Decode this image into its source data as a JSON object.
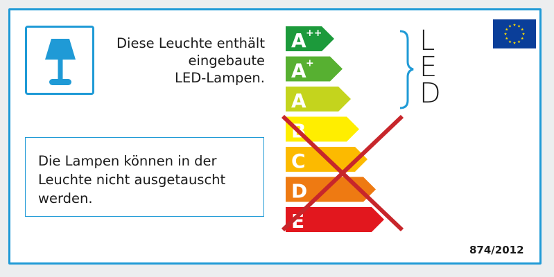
{
  "led_notice": {
    "line1": "Diese Leuchte enthält",
    "line2": "eingebaute",
    "line3": "LED-Lampen."
  },
  "replace_notice": {
    "line1": "Die Lampen können in der",
    "line2": "Leuchte nicht ausgetauscht",
    "line3": "werden."
  },
  "energy_scale": [
    {
      "letter": "A",
      "sup": "++",
      "color": "#1c9a3b"
    },
    {
      "letter": "A",
      "sup": "+",
      "color": "#57b031"
    },
    {
      "letter": "A",
      "sup": "",
      "color": "#c4d41d"
    },
    {
      "letter": "B",
      "sup": "",
      "color": "#ffee00"
    },
    {
      "letter": "C",
      "sup": "",
      "color": "#fcba00"
    },
    {
      "letter": "D",
      "sup": "",
      "color": "#ee7a12"
    },
    {
      "letter": "E",
      "sup": "",
      "color": "#e2171e"
    }
  ],
  "led_label": {
    "l1": "L",
    "l2": "E",
    "l3": "D"
  },
  "regulation": "874/2012",
  "colors": {
    "frame": "#1f9ad6",
    "lamp": "#1f9ad6",
    "cross": "#c7262b",
    "eu_blue": "#0a3e99",
    "eu_star": "#ffdd00"
  },
  "icons": {
    "lamp": "table-lamp-icon",
    "flag": "eu-flag-icon",
    "cross": "cross-out-mark"
  }
}
